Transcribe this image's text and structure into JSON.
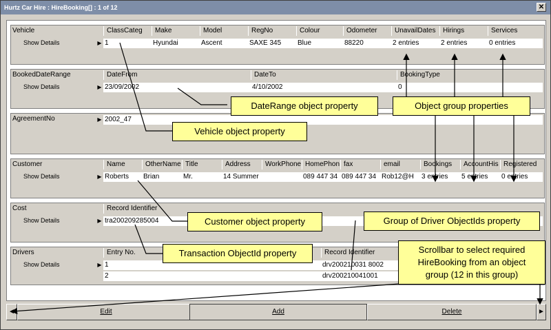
{
  "window": {
    "title": "Hurtz Car Hire : HireBooking[] : 1 of 12"
  },
  "show_details": "Show Details",
  "row_selector": "▶",
  "vehicle": {
    "label": "Vehicle",
    "headers": [
      "ClassCateg",
      "Make",
      "Model",
      "RegNo",
      "Colour",
      "Odometer",
      "UnavailDates",
      "Hirings",
      "Services"
    ],
    "row": [
      "1",
      "Hyundai",
      "Ascent",
      "SAXE 345",
      "Blue",
      "88220",
      "2 entries",
      "2 entries",
      "0 entries"
    ]
  },
  "booked": {
    "label": "BookedDateRange",
    "headers": [
      "DateFrom",
      "DateTo",
      "BookingType"
    ],
    "row": [
      "23/09/2002",
      "4/10/2002",
      "0"
    ]
  },
  "agreement": {
    "label": "AgreementNo",
    "value": "2002_47"
  },
  "customer": {
    "label": "Customer",
    "headers": [
      "Name",
      "OtherName",
      "Title",
      "Address",
      "WorkPhone",
      "HomePhon",
      "fax",
      "email",
      "Bookings",
      "AccountHis",
      "Registered"
    ],
    "row": [
      "Roberts",
      "Brian",
      "Mr.",
      "14 Summer",
      "",
      "089 447 34",
      "089 447 34",
      "Rob12@H",
      "3 entries",
      "5 entries",
      "0 entries"
    ]
  },
  "cost": {
    "label": "Cost",
    "header": "Record Identifier",
    "value": "tra200209285004"
  },
  "drivers": {
    "label": "Drivers",
    "headers": [
      "Entry No.",
      "Record Identifier"
    ],
    "rows": [
      [
        "1",
        "drv200210031 8002"
      ],
      [
        "2",
        "drv200210041001"
      ]
    ]
  },
  "callouts": {
    "daterange": "DateRange object property",
    "objgroup": "Object group properties",
    "vehicle": "Vehicle object property",
    "customer": "Customer object property",
    "drivergroup": "Group of Driver ObjectIds property",
    "transaction": "Transaction ObjectId property",
    "scrollbar": [
      "Scrollbar to select required",
      "HireBooking from an object",
      "group (12 in this group)"
    ]
  },
  "nav": {
    "prev": "◄",
    "edit": "Edit",
    "add": "Add",
    "delete": "Delete",
    "next": "►"
  },
  "colors": {
    "callout_bg": "#ffff99",
    "titlebar": "#7e8ea8",
    "panel": "#d4d0c8"
  }
}
